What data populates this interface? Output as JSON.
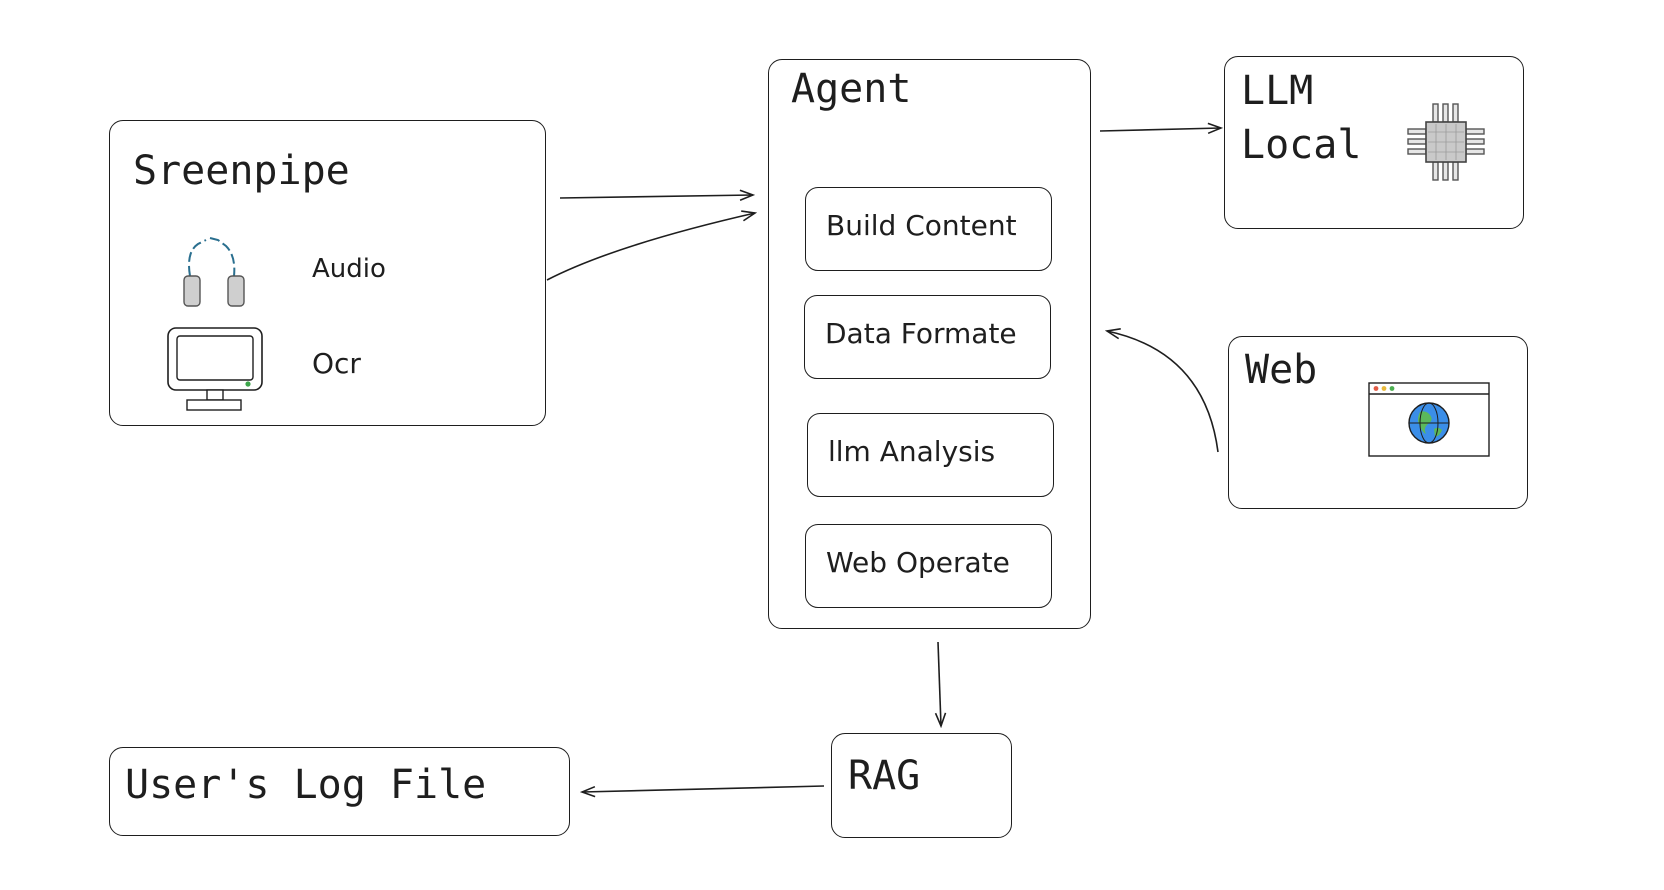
{
  "screenpipe": {
    "title": "Sreenpipe",
    "audio_label": "Audio",
    "ocr_label": "Ocr"
  },
  "agent": {
    "title": "Agent",
    "modules": [
      "Build Content",
      "Data Formate",
      "llm Analysis",
      "Web Operate"
    ]
  },
  "llm": {
    "title_line1": "LLM",
    "title_line2": "Local"
  },
  "web": {
    "title": "Web"
  },
  "rag": {
    "title": "RAG"
  },
  "log": {
    "title": "User's Log File"
  },
  "icons": {
    "headphones": "headphones-icon",
    "monitor": "monitor-icon",
    "chip": "chip-icon",
    "browser": "browser-globe-icon"
  },
  "colors": {
    "stroke": "#1e1e1e",
    "globe_blue": "#3b8ee8",
    "globe_green": "#5bb85b"
  }
}
